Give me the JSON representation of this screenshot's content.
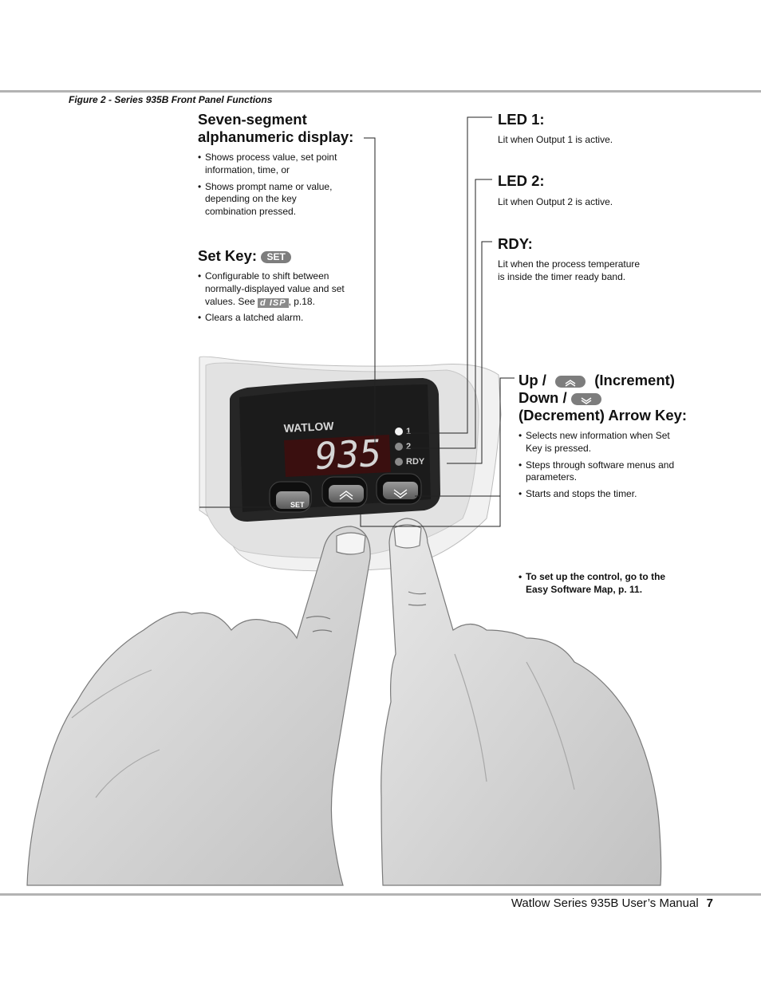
{
  "figure_caption": "Figure 2 - Series 935B Front Panel Functions",
  "seven_segment": {
    "heading_line1": "Seven-segment",
    "heading_line2": "alphanumeric display:",
    "bullets": [
      "Shows process value, set point information, time, or",
      "Shows prompt name or value, depending on the key combination pressed."
    ]
  },
  "set_key": {
    "heading": "Set Key:",
    "icon_label": "SET",
    "bullet1_pre": "Configurable to shift between normally-displayed value and set values. See ",
    "disp_icon": "d ISP",
    "bullet1_post": ", p.18.",
    "bullet2": "Clears a latched alarm."
  },
  "led1": {
    "heading": "LED 1:",
    "text": "Lit when Output 1 is active."
  },
  "led2": {
    "heading": "LED 2:",
    "text": "Lit when Output 2 is active."
  },
  "rdy": {
    "heading": "RDY:",
    "text_line1": "Lit when the process temperature",
    "text_line2": "is inside the timer ready band."
  },
  "arrow_keys": {
    "heading_up": "Up /",
    "heading_increment": "(Increment)",
    "heading_down": "Down /",
    "heading_line3": "(Decrement) Arrow Key:",
    "up_icon": "up-arrow-key-icon",
    "down_icon": "down-arrow-key-icon",
    "bullets": [
      "Selects new information when Set Key is pressed.",
      "Steps through software menus and parameters.",
      "Starts and stops the timer."
    ],
    "note": "To set up the control, go to the Easy Software Map, p. 11."
  },
  "device": {
    "brand": "WATLOW",
    "display_value": "935",
    "led1_label": "1",
    "led2_label": "2",
    "rdy_label": "RDY",
    "set_button_label": "SET"
  },
  "footer": {
    "manual_title": "Watlow Series 935B User’s Manual",
    "page_number": "7"
  },
  "colors": {
    "rule": "#b3b3b3",
    "device_body": "#262626",
    "display_red": "#8a1c1c",
    "hand_fill": "#d4d4d4"
  }
}
